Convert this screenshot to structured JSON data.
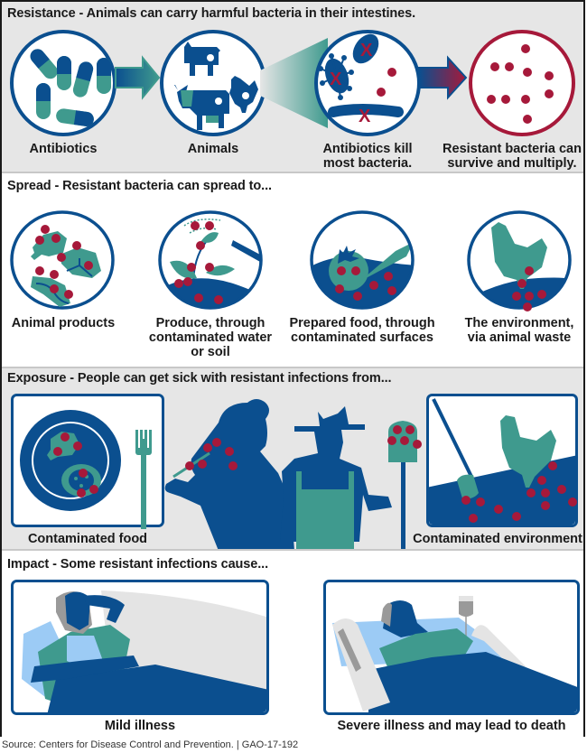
{
  "colors": {
    "navy": "#0b4f8f",
    "teal": "#3f9a8e",
    "red": "#a6193a",
    "gray_bg": "#e6e6e6",
    "light_blue": "#9ccbf5",
    "hair_gray": "#9a9a9a"
  },
  "sections": {
    "resistance": {
      "title": "Resistance - Animals can carry harmful bacteria in their intestines.",
      "steps": [
        {
          "label": "Antibiotics",
          "icon": "antibiotic-capsules-icon"
        },
        {
          "label": "Animals",
          "icon": "farm-animals-icon"
        },
        {
          "label_line1": "Antibiotics kill",
          "label_line2": "most bacteria.",
          "icon": "bacteria-killed-icon"
        },
        {
          "label_line1": "Resistant bacteria can",
          "label_line2": "survive and multiply.",
          "icon": "resistant-bacteria-icon"
        }
      ]
    },
    "spread": {
      "title": "Spread - Resistant bacteria can spread to...",
      "items": [
        {
          "label_line1": "Animal products",
          "icon": "meat-products-icon"
        },
        {
          "label_line1": "Produce, through",
          "label_line2": "contaminated water",
          "label_line3": "or soil",
          "icon": "watered-plant-icon"
        },
        {
          "label_line1": "Prepared food, through",
          "label_line2": "contaminated surfaces",
          "icon": "tomato-knife-icon"
        },
        {
          "label_line1": "The environment,",
          "label_line2": "via animal waste",
          "icon": "chicken-waste-icon"
        }
      ]
    },
    "exposure": {
      "title": "Exposure - People can get sick with resistant infections from...",
      "items": [
        {
          "label": "Contaminated food",
          "icon": "plate-food-icon"
        },
        {
          "label": "Contaminated environment",
          "icon": "shovel-chicken-icon"
        }
      ]
    },
    "impact": {
      "title": "Impact - Some resistant infections cause...",
      "items": [
        {
          "label": "Mild illness",
          "icon": "sick-person-bed-icon"
        },
        {
          "label": "Severe illness and may lead to death",
          "icon": "hospital-bed-iv-icon"
        }
      ]
    }
  },
  "footer": {
    "source": "Source: Centers for Disease Control and Prevention.  |  GAO-17-192"
  }
}
